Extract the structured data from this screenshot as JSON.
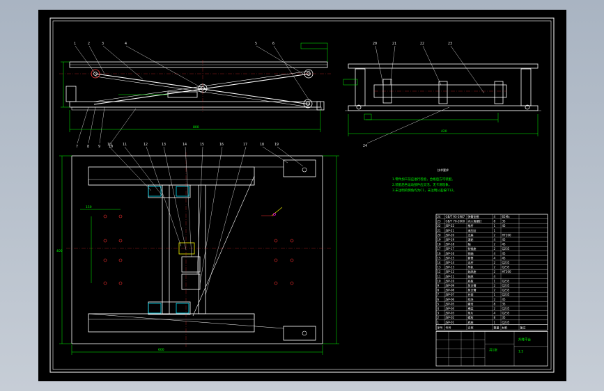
{
  "viewport": {
    "title": ""
  },
  "colors": {
    "background_top": "#a9b4c2",
    "background_bottom": "#c6cdd6",
    "sheet": "#000000",
    "frame": "#ffffff",
    "part_outline": "#ffffff",
    "dimension": "#00ff00",
    "center_line": "#ff3030",
    "leader": "#ffffff",
    "highlight_cyan": "#00e5ff",
    "hatch_yellow": "#ffff00",
    "accent_magenta": "#ff00ff"
  },
  "front_view": {
    "balloons_top": [
      "1",
      "2",
      "3",
      "4",
      "5",
      "6"
    ],
    "balloons_bottom": [
      "7",
      "8",
      "9",
      "10"
    ],
    "overall_dim": "800"
  },
  "side_view": {
    "balloons_top": [
      "20",
      "21",
      "22",
      "23"
    ],
    "balloon_bottom": "24",
    "overall_dim": "420"
  },
  "plan_view": {
    "balloons_top": [
      "10",
      "11",
      "12",
      "13",
      "14",
      "15",
      "16",
      "17",
      "18",
      "19"
    ],
    "width_dim": "600",
    "height_dim": "400",
    "pitch_dim": "150"
  },
  "notes": {
    "title": "技术要求",
    "lines": [
      "1.零件加工前应进行检验，合格后方可装配。",
      "2.装配后各运动部件应灵活，无卡滞现象。",
      "3.未注明的倒角均为C1，未注明公差按IT12。"
    ]
  },
  "bom": {
    "rows": [
      [
        "24",
        "GB/T 93-1987",
        "弹簧垫圈",
        "4",
        "65Mn"
      ],
      [
        "23",
        "GB/T 70-2000",
        "内六角螺钉",
        "8",
        "35"
      ],
      [
        "22",
        "JSP-22",
        "推杆",
        "1",
        "45"
      ],
      [
        "21",
        "JSP-21",
        "液压缸",
        "1",
        ""
      ],
      [
        "20",
        "JSP-20",
        "支座",
        "2",
        "HT200"
      ],
      [
        "19",
        "JSP-19",
        "滚轮",
        "4",
        "45"
      ],
      [
        "18",
        "JSP-18",
        "轴",
        "2",
        "45"
      ],
      [
        "17",
        "JSP-17",
        "铰链座",
        "2",
        "Q235"
      ],
      [
        "16",
        "JSP-16",
        "销轴",
        "4",
        "45"
      ],
      [
        "15",
        "JSP-15",
        "套筒",
        "4",
        "45"
      ],
      [
        "14",
        "JSP-14",
        "连杆",
        "2",
        "Q235"
      ],
      [
        "13",
        "JSP-13",
        "导轨",
        "2",
        "Q235"
      ],
      [
        "12",
        "JSP-12",
        "轴承座",
        "2",
        "HT200"
      ],
      [
        "11",
        "JSP-11",
        "轴承",
        "4",
        ""
      ],
      [
        "10",
        "JSP-10",
        "底板",
        "1",
        "Q235"
      ],
      [
        "9",
        "JSP-09",
        "剪叉臂",
        "2",
        "Q235"
      ],
      [
        "8",
        "JSP-08",
        "剪叉臂",
        "2",
        "Q235"
      ],
      [
        "7",
        "JSP-07",
        "台面",
        "1",
        "Q235"
      ],
      [
        "6",
        "JSP-06",
        "挡块",
        "2",
        "45"
      ],
      [
        "5",
        "JSP-05",
        "螺母",
        "8",
        "35"
      ],
      [
        "4",
        "JSP-04",
        "横梁",
        "2",
        "Q235"
      ],
      [
        "3",
        "JSP-03",
        "垫片",
        "4",
        "Q235"
      ],
      [
        "2",
        "JSP-02",
        "螺栓",
        "8",
        "35"
      ],
      [
        "1",
        "JSP-01",
        "底座",
        "1",
        "Q235"
      ]
    ],
    "header": [
      "序号",
      "代号",
      "名称",
      "数量",
      "材料",
      "备注"
    ],
    "title_block": {
      "drawing_name": "升降平台",
      "scale": "1:5",
      "sheet": "共1张"
    }
  }
}
